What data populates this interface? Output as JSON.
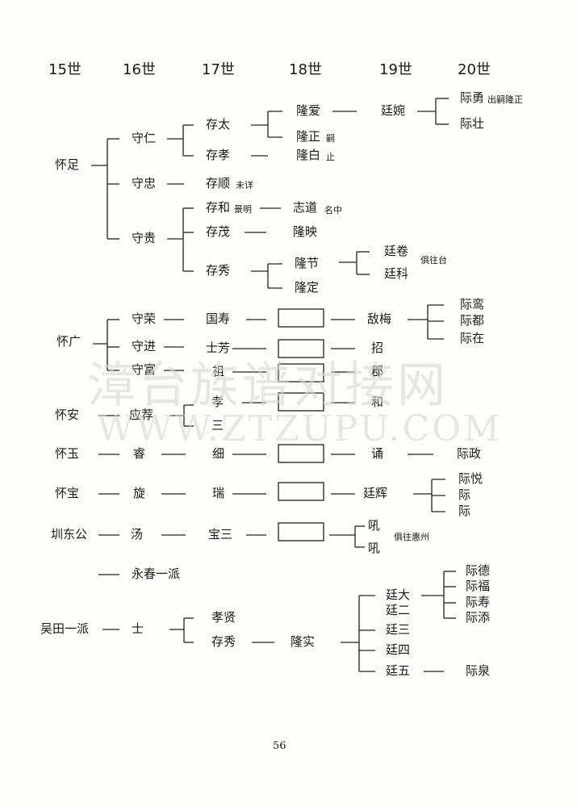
{
  "headers": [
    "15世",
    "16世",
    "17世",
    "18世",
    "19世",
    "20世"
  ],
  "nodes": {
    "n15_huaizu": "怀足",
    "n16_shouren": "守仁",
    "n17_cuntai": "存太",
    "n18_longai": "隆爱",
    "n19_tingwan": "廷婉",
    "n20_jiyong": "际勇",
    "n20_jiyong_note": "出嗣隆正",
    "n20_jizhuang": "际壮",
    "n18_longzheng": "隆正",
    "n18_longzheng_note": "嗣",
    "n17_cunxiao": "存孝",
    "n18_longbai": "隆白",
    "n18_longbai_note": "止",
    "n16_shouzhong": "守忠",
    "n17_cunshun": "存顺",
    "n17_cunshun_note": "未详",
    "n16_shougui": "守贵",
    "n17_cunhe": "存和",
    "n17_cunhe_note": "景明",
    "n18_zhidao": "志道",
    "n18_zhidao_note": "名中",
    "n17_cunmao": "存茂",
    "n18_longying": "隆映",
    "n17_cunxiu": "存秀",
    "n18_longjie": "隆节",
    "n19_tingjuan": "廷卷",
    "n19_tingke": "廷科",
    "n19_tingke_note": "俱往台",
    "n18_longding": "隆定",
    "n15_huaiguang": "怀广",
    "n16_shourong": "守荣",
    "n17_guoshou": "国寿",
    "n19_qimei": "敌梅",
    "n20_jiluan": "际鸾",
    "n20_jidu": "际都",
    "n20_jizai": "际在",
    "n16_shoujin": "守进",
    "n17_shifang": "士芳",
    "n19_zhao": "招",
    "n16_shoufu": "守富",
    "n17_zu": "祖",
    "n19_jun": "郡",
    "n15_huaian": "怀安",
    "n16_yingjian": "应荐",
    "n17_xiao": "孝",
    "n19_he": "和",
    "n17_san": "三",
    "n15_huaiyu": "怀玉",
    "n16_rui": "睿",
    "n17_xi": "细",
    "n19_song": "诵",
    "n20_jizheng": "际政",
    "n15_huaibao": "怀宝",
    "n16_xuan": "旋",
    "n17_rui": "瑞",
    "n19_tinghui": "廷辉",
    "n20_jiyue": "际悦",
    "n20_ji_a": "际",
    "n20_ji_b": "际",
    "n15_zhendonggong": "圳东公",
    "n16_tang": "汤",
    "n17_baosan": "宝三",
    "n18_xun_a": "吼",
    "n18_xun_b": "吼",
    "n18_xun_note": "俱往惠州",
    "n16_yongchun": "永春一派",
    "n15_wutian": "吴田一派",
    "n16_shi": "士",
    "n17_xiaoxian": "孝贤",
    "n17_cunxiu2": "存秀",
    "n18_longshi": "隆实",
    "n19_tingda": "廷大",
    "n19_tinger": "廷二",
    "n19_tingsan": "廷三",
    "n19_tingsi": "廷四",
    "n19_tingwu": "廷五",
    "n20_jide": "际德",
    "n20_jifu": "际福",
    "n20_jishou": "际寿",
    "n20_jitian": "际添",
    "n20_jiquan": "际泉"
  },
  "watermark": {
    "line1": "漳台族谱对接网",
    "line2": "WWW.ZTZUPU.COM"
  },
  "page_number": "56"
}
